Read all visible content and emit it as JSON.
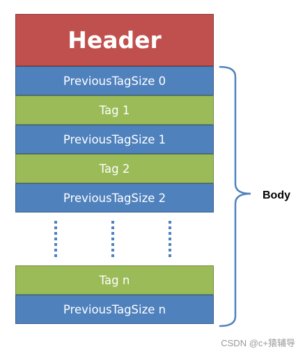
{
  "header": {
    "label": "Header"
  },
  "blocks": [
    {
      "label": "PreviousTagSize 0",
      "kind": "blue"
    },
    {
      "label": "Tag 1",
      "kind": "green"
    },
    {
      "label": "PreviousTagSize 1",
      "kind": "blue"
    },
    {
      "label": "Tag 2",
      "kind": "green"
    },
    {
      "label": "PreviousTagSize 2",
      "kind": "blue"
    },
    {
      "label": "Tag n",
      "kind": "green"
    },
    {
      "label": "PreviousTagSize n",
      "kind": "blue"
    }
  ],
  "body_label": "Body",
  "watermark": "CSDN @c+猿辅导",
  "colors": {
    "header": "#c0504d",
    "blue": "#4f81bd",
    "green": "#9bbb59",
    "brace": "#4f81bd"
  }
}
